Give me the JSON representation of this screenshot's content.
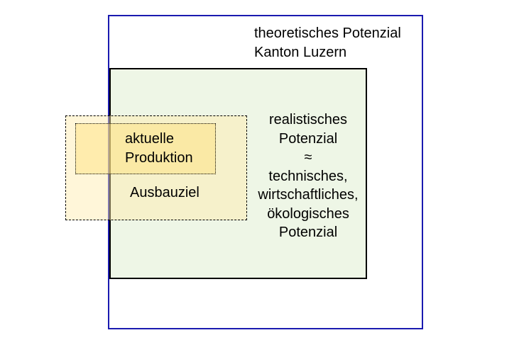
{
  "diagram": {
    "theoretical": {
      "label": "theoretisches Potenzial\nKanton Luzern",
      "border_color": "#1a1ab0"
    },
    "realistic": {
      "label": "realistisches\nPotenzial\n≈\ntechnisches,\nwirtschaftliches,\nökologisches\nPotenzial",
      "fill_color": "#eef6e6"
    },
    "expansion_target": {
      "label": "Ausbauziel",
      "fill_color": "#fff3cf"
    },
    "current_production": {
      "label": "aktuelle\nProduktion",
      "fill_color": "#fbe596"
    }
  }
}
